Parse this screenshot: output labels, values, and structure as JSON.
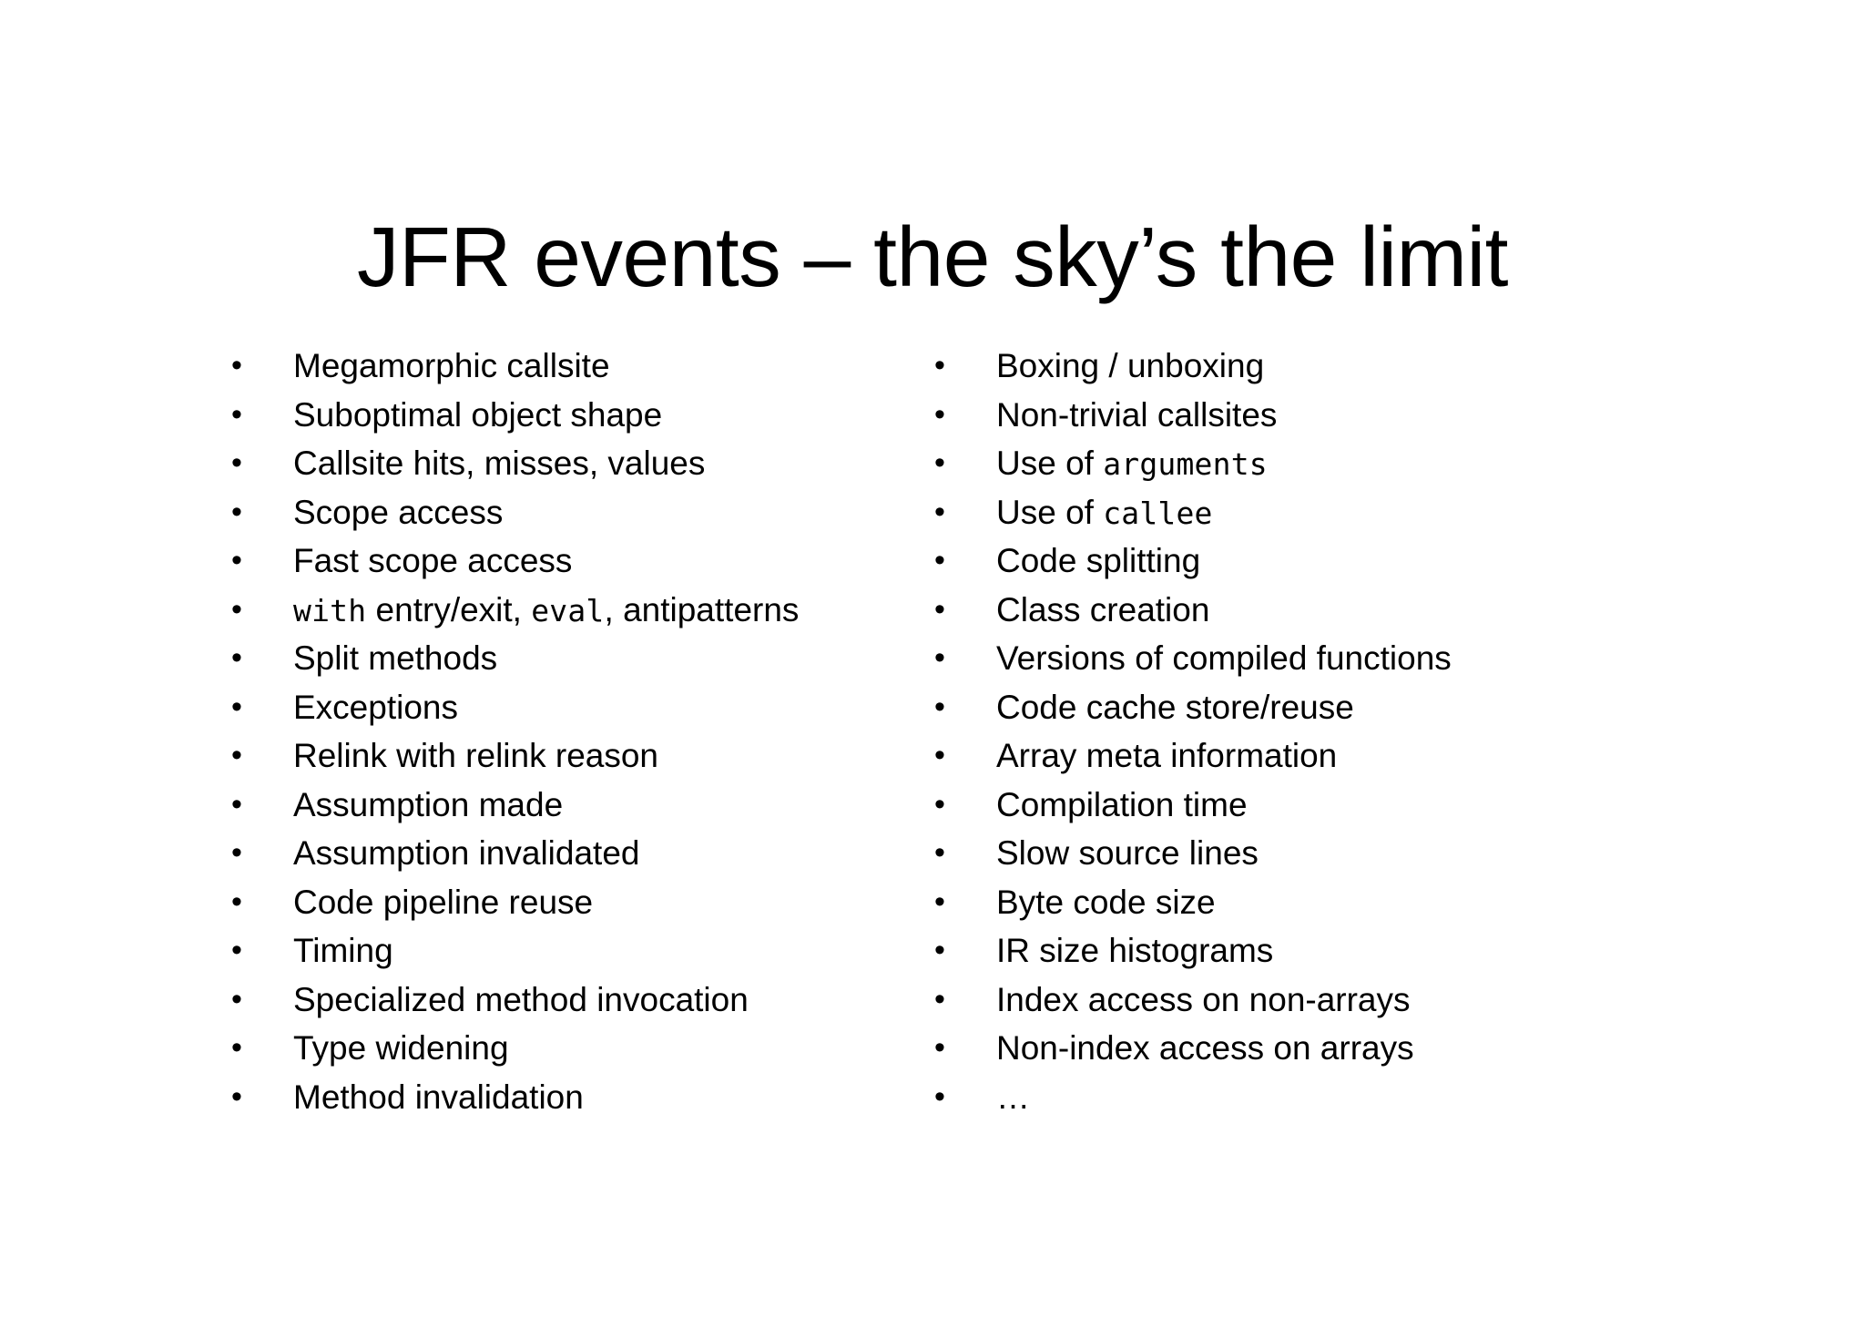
{
  "slide": {
    "title": "JFR events – the sky’s the limit",
    "background_color": "#ffffff",
    "text_color": "#000000",
    "bullet_glyph": "•",
    "columns": [
      {
        "name": "left-column",
        "items": [
          {
            "text": "Megamorphic callsite",
            "segments": [
              {
                "t": "Megamorphic callsite",
                "mono": false
              }
            ]
          },
          {
            "text": "Suboptimal object shape",
            "segments": [
              {
                "t": "Suboptimal object shape",
                "mono": false
              }
            ]
          },
          {
            "text": "Callsite hits, misses, values",
            "segments": [
              {
                "t": "Callsite hits, misses, values",
                "mono": false
              }
            ]
          },
          {
            "text": "Scope access",
            "segments": [
              {
                "t": "Scope access",
                "mono": false
              }
            ]
          },
          {
            "text": "Fast scope access",
            "segments": [
              {
                "t": "Fast scope access",
                "mono": false
              }
            ]
          },
          {
            "text": "with entry/exit, eval, antipatterns",
            "segments": [
              {
                "t": "with",
                "mono": true
              },
              {
                "t": " entry/exit, ",
                "mono": false
              },
              {
                "t": "eval",
                "mono": true
              },
              {
                "t": ", antipatterns",
                "mono": false
              }
            ]
          },
          {
            "text": "Split methods",
            "segments": [
              {
                "t": "Split methods",
                "mono": false
              }
            ]
          },
          {
            "text": "Exceptions",
            "segments": [
              {
                "t": "Exceptions",
                "mono": false
              }
            ]
          },
          {
            "text": "Relink with relink reason",
            "segments": [
              {
                "t": "Relink with relink reason",
                "mono": false
              }
            ]
          },
          {
            "text": "Assumption made",
            "segments": [
              {
                "t": "Assumption made",
                "mono": false
              }
            ]
          },
          {
            "text": "Assumption invalidated",
            "segments": [
              {
                "t": "Assumption invalidated",
                "mono": false
              }
            ]
          },
          {
            "text": "Code pipeline reuse",
            "segments": [
              {
                "t": "Code pipeline reuse",
                "mono": false
              }
            ]
          },
          {
            "text": "Timing",
            "segments": [
              {
                "t": "Timing",
                "mono": false
              }
            ]
          },
          {
            "text": "Specialized method invocation",
            "segments": [
              {
                "t": "Specialized method invocation",
                "mono": false
              }
            ]
          },
          {
            "text": "Type widening",
            "segments": [
              {
                "t": "Type widening",
                "mono": false
              }
            ]
          },
          {
            "text": "Method invalidation",
            "segments": [
              {
                "t": "Method invalidation",
                "mono": false
              }
            ]
          }
        ]
      },
      {
        "name": "right-column",
        "items": [
          {
            "text": "Boxing / unboxing",
            "segments": [
              {
                "t": "Boxing / unboxing",
                "mono": false
              }
            ]
          },
          {
            "text": "Non-trivial callsites",
            "segments": [
              {
                "t": "Non-trivial callsites",
                "mono": false
              }
            ]
          },
          {
            "text": "Use of arguments",
            "segments": [
              {
                "t": "Use of ",
                "mono": false
              },
              {
                "t": "arguments",
                "mono": true
              }
            ]
          },
          {
            "text": "Use of callee",
            "segments": [
              {
                "t": "Use of ",
                "mono": false
              },
              {
                "t": "callee",
                "mono": true
              }
            ]
          },
          {
            "text": "Code splitting",
            "segments": [
              {
                "t": "Code splitting",
                "mono": false
              }
            ]
          },
          {
            "text": "Class creation",
            "segments": [
              {
                "t": "Class creation",
                "mono": false
              }
            ]
          },
          {
            "text": "Versions of compiled functions",
            "segments": [
              {
                "t": "Versions of compiled functions",
                "mono": false
              }
            ]
          },
          {
            "text": "Code cache store/reuse",
            "segments": [
              {
                "t": "Code cache store/reuse",
                "mono": false
              }
            ]
          },
          {
            "text": "Array meta information",
            "segments": [
              {
                "t": "Array meta information",
                "mono": false
              }
            ]
          },
          {
            "text": "Compilation time",
            "segments": [
              {
                "t": "Compilation time",
                "mono": false
              }
            ]
          },
          {
            "text": "Slow source lines",
            "segments": [
              {
                "t": "Slow source lines",
                "mono": false
              }
            ]
          },
          {
            "text": "Byte code size",
            "segments": [
              {
                "t": "Byte code size",
                "mono": false
              }
            ]
          },
          {
            "text": "IR size histograms",
            "segments": [
              {
                "t": "IR size histograms",
                "mono": false
              }
            ]
          },
          {
            "text": "Index access on non-arrays",
            "segments": [
              {
                "t": "Index access on non-arrays",
                "mono": false
              }
            ]
          },
          {
            "text": "Non-index access on arrays",
            "segments": [
              {
                "t": "Non-index access on arrays",
                "mono": false
              }
            ]
          },
          {
            "text": "…",
            "segments": [
              {
                "t": "…",
                "mono": false
              }
            ]
          }
        ]
      }
    ]
  }
}
